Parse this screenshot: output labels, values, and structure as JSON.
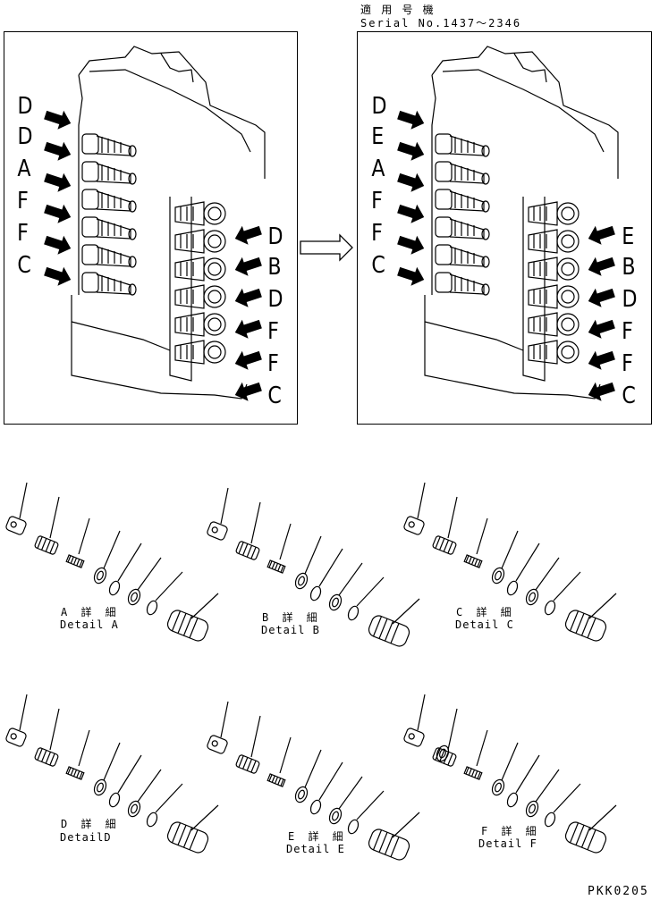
{
  "header": {
    "line1": "適 用 号 機",
    "line2": "Serial No.1437〜2346"
  },
  "left_panel": {
    "left_labels": [
      "D",
      "D",
      "A",
      "F",
      "F",
      "C"
    ],
    "right_labels": [
      "D",
      "B",
      "D",
      "F",
      "F",
      "C"
    ]
  },
  "right_panel": {
    "left_labels": [
      "D",
      "E",
      "A",
      "F",
      "F",
      "C"
    ],
    "right_labels": [
      "E",
      "B",
      "D",
      "F",
      "F",
      "C"
    ]
  },
  "details": [
    {
      "jp": "A 詳 細",
      "en": "Detail A"
    },
    {
      "jp": "B 詳 細",
      "en": "Detail B"
    },
    {
      "jp": "C 詳 細",
      "en": "Detail C"
    },
    {
      "jp": "D 詳 細",
      "en": "DetailD"
    },
    {
      "jp": "E 詳 細",
      "en": "Detail E"
    },
    {
      "jp": "F 詳 細",
      "en": "Detail F"
    }
  ],
  "drawing_code": "PKK0205",
  "icons": {
    "arrow": "arrow-icon",
    "transition": "right-arrow-icon"
  }
}
